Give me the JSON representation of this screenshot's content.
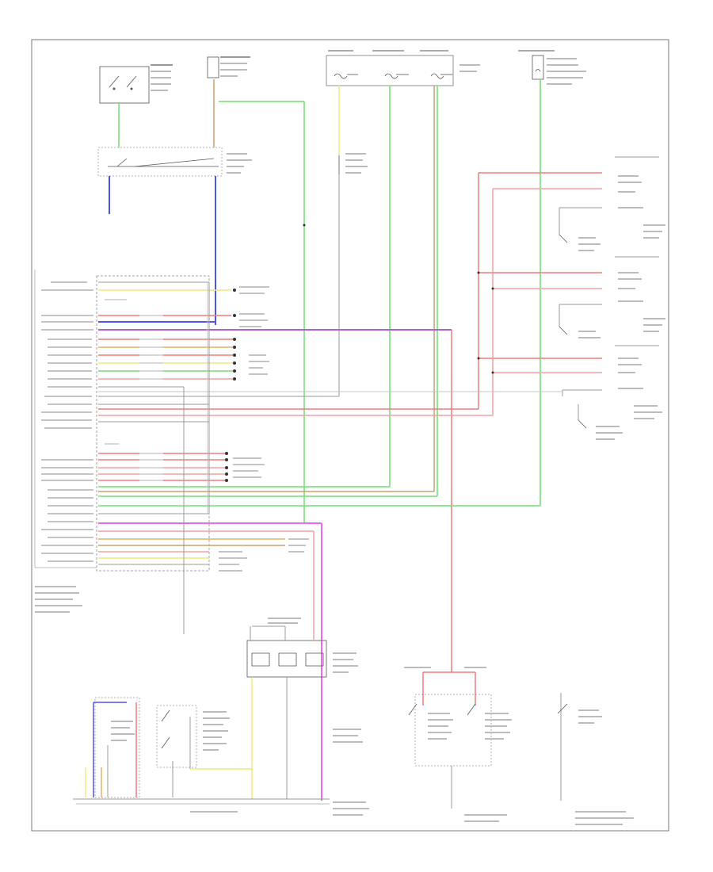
{
  "footer": {
    "code": ""
  },
  "wire_colors": {
    "green": "#6fe06f",
    "blue": "#4a55ee",
    "red": "#f07a7a",
    "pink": "#f4a0a0",
    "purple": "#b060d0",
    "magenta": "#ee66ee",
    "yellow": "#eaea80",
    "tan": "#c8a070",
    "orange": "#e8b060",
    "gray": "#9a9a9a",
    "black": "#333333"
  },
  "modules": [
    {
      "id": "module-transmission-range-switch"
    },
    {
      "id": "module-ignition-switch"
    },
    {
      "id": "module-fuse-block"
    },
    {
      "id": "module-hot-at-all-times-fuse"
    },
    {
      "id": "module-powertrain-control-module"
    },
    {
      "id": "module-shift-solenoids"
    },
    {
      "id": "module-turbine-speed-sensor"
    },
    {
      "id": "module-output-speed-sensor"
    },
    {
      "id": "module-vehicle-speed-sensor"
    },
    {
      "id": "module-overdrive-switch"
    },
    {
      "id": "module-pressure-control-solenoid"
    },
    {
      "id": "module-torque-converter-clutch-solenoid"
    },
    {
      "id": "module-clutch-switch"
    },
    {
      "id": "module-ground-distribution"
    }
  ]
}
